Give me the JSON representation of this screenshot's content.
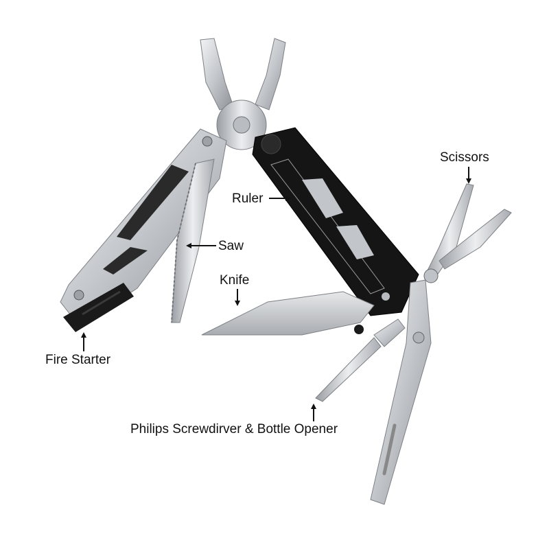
{
  "image": {
    "subject": "multitool",
    "background_color": "#ffffff",
    "steel_color": "#c9ccd0",
    "black_handle_color": "#141414",
    "label_color": "#111111"
  },
  "callouts": [
    {
      "id": "scissors",
      "label": "Scissors"
    },
    {
      "id": "ruler",
      "label": "Ruler"
    },
    {
      "id": "saw",
      "label": "Saw"
    },
    {
      "id": "knife",
      "label": "Knife"
    },
    {
      "id": "fire_starter",
      "label": "Fire Starter"
    },
    {
      "id": "screwdriver",
      "label": "Philips Screwdirver & Bottle Opener"
    }
  ]
}
